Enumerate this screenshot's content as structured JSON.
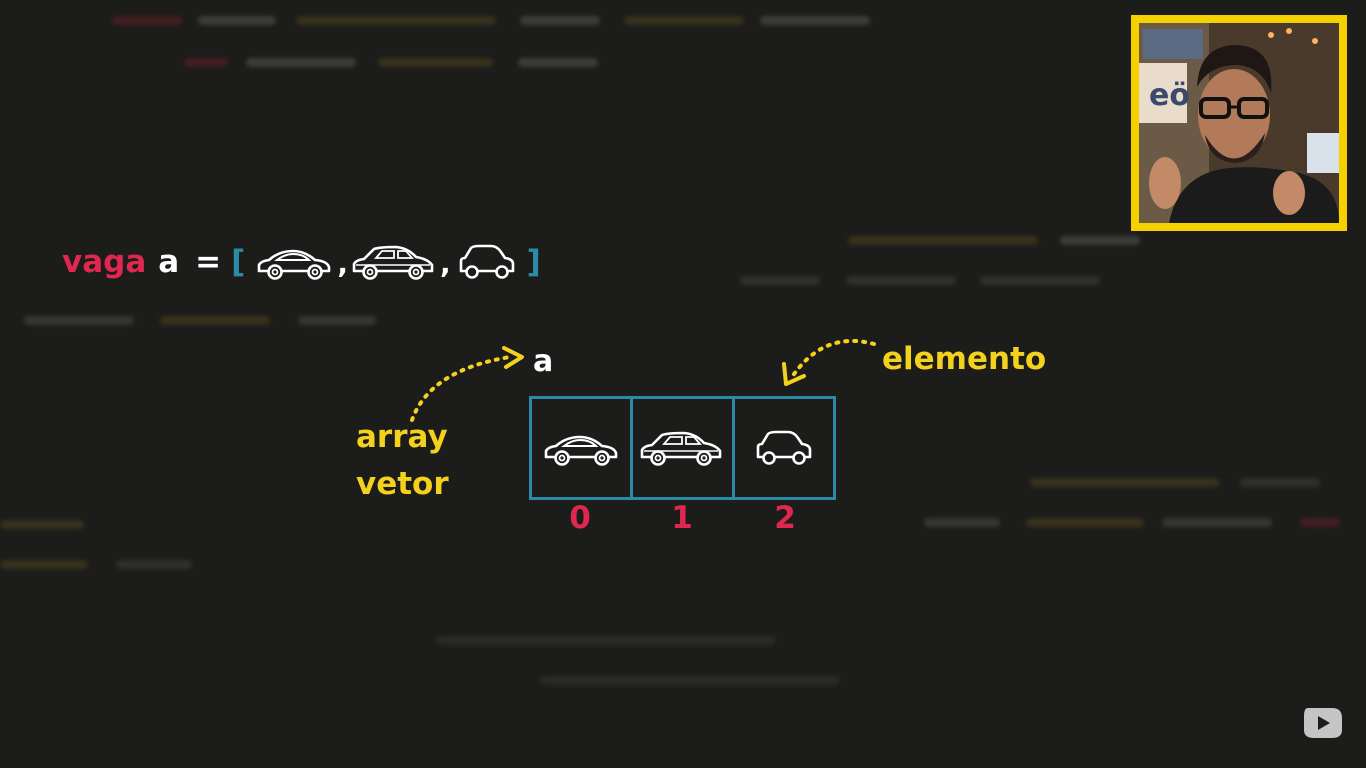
{
  "code": {
    "keyword": "vaga",
    "variable": "a",
    "equals": "=",
    "open_bracket": "[",
    "close_bracket": "]",
    "separator": ",",
    "elements": [
      "sedan-car-icon",
      "hatchback-car-icon",
      "compact-car-icon"
    ]
  },
  "diagram": {
    "array_name": "a",
    "left_label_line1": "array",
    "left_label_line2": "vetor",
    "right_label": "elemento",
    "cells": [
      "sedan-car-icon",
      "hatchback-car-icon",
      "compact-car-icon"
    ],
    "indices": [
      "0",
      "1",
      "2"
    ]
  },
  "overlay": {
    "webcam": "presenter-webcam",
    "badge": "youtube-play-icon"
  },
  "colors": {
    "background": "#1c1c1a",
    "keyword": "#e0274f",
    "bracket": "#2b8aa6",
    "annotation": "#f4d11d",
    "index": "#e0274f",
    "webcam_border": "#f6d100"
  }
}
